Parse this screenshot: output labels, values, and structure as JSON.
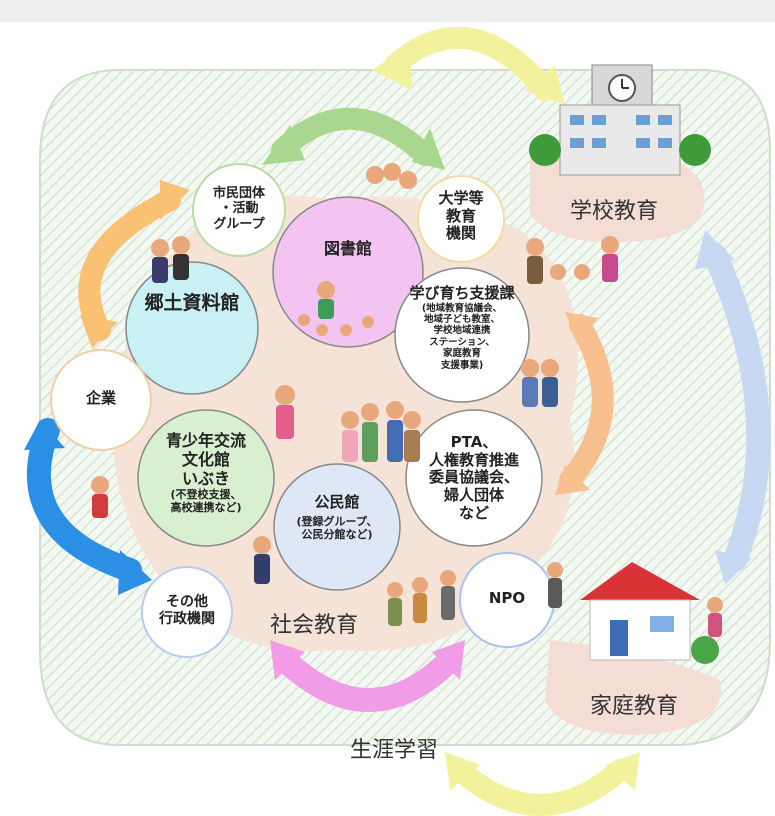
{
  "nodes": {
    "shimin": [
      "市民団体",
      "・活動",
      "グループ"
    ],
    "toshokan": "図書館",
    "daigaku": [
      "大学等",
      "教育",
      "機関"
    ],
    "kyodo": "郷土資料館",
    "manabi": {
      "title": "学び育ち支援課",
      "sub": [
        "(地域教育協議会、",
        "地域子ども教室、",
        "学校地域連携",
        "ステーション、",
        "家庭教育",
        "支援事業)"
      ]
    },
    "kigyo": "企業",
    "seishonen": {
      "title": [
        "青少年交流",
        "文化館",
        "いぶき"
      ],
      "sub": [
        "(不登校支援、",
        "高校連携など)"
      ]
    },
    "pta": [
      "PTA、",
      "人権教育推進",
      "委員協議会、",
      "婦人団体",
      "など"
    ],
    "kominkan": {
      "title": "公民館",
      "sub": [
        "(登録グループ、",
        "公民分館など)"
      ]
    },
    "npo": "NPO",
    "sonota": [
      "その他",
      "行政機関"
    ]
  },
  "areas": {
    "school": "学校教育",
    "social": "社会教育",
    "home": "家庭教育",
    "lifelong": "生涯学習"
  },
  "colors": {
    "background_stripe": "#dfe9dc",
    "social_blob": "#f6e3d8",
    "library": "#f3c4f2",
    "kyodo": "#c9f1f5",
    "seishonen": "#d9f0d0",
    "kominkan": "#dde7f5",
    "arrow_yellow": "#f2f29c",
    "arrow_green": "#a9d78f",
    "arrow_orange": "#f8c173",
    "arrow_blue": "#2c8fe6",
    "arrow_pink": "#f29be7",
    "arrow_lightblue": "#c6d8f2",
    "arrow_peach": "#f7c08e"
  },
  "icons": [
    "school-building-icon",
    "house-icon",
    "people-illustration-icon",
    "clock-icon"
  ]
}
